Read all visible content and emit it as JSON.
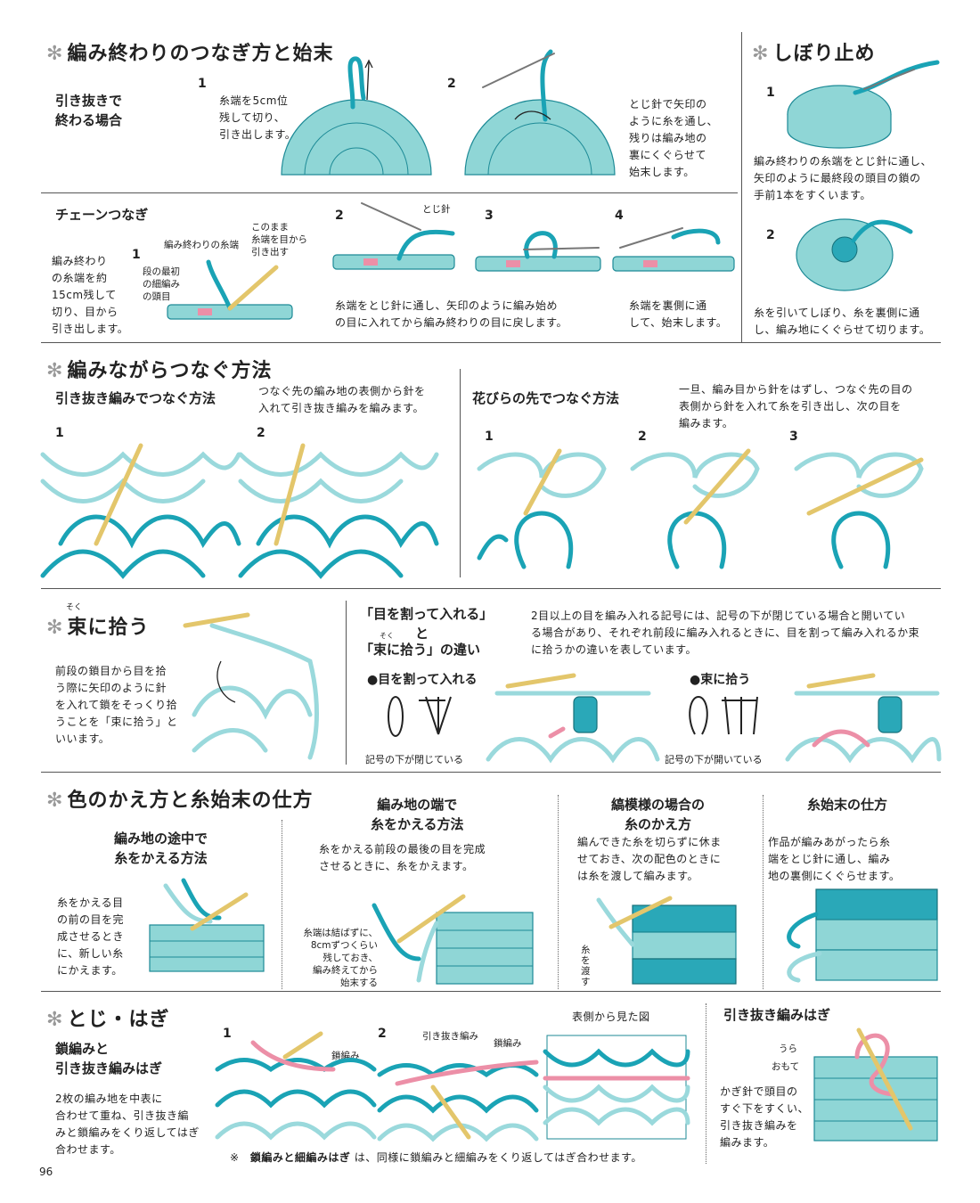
{
  "page_number": "96",
  "colors": {
    "teal": "#1aa3b5",
    "light_teal": "#9ad9dc",
    "pink": "#ec8fa7",
    "hook": "#e3c66b"
  },
  "sec1": {
    "title": "編み終わりのつなぎ方と始末",
    "sub": [
      "引き抜きで",
      "終わる場合"
    ],
    "step1_num": "1",
    "step1_text": [
      "糸端を5cm位",
      "残して切り、",
      "引き出します。"
    ],
    "step2_num": "2",
    "step2_text": [
      "とじ針で矢印の",
      "ように糸を通し、",
      "残りは編み地の",
      "裏にくぐらせて",
      "始末します。"
    ]
  },
  "sec2": {
    "title": "しぼり止め",
    "step1_num": "1",
    "step1_text": [
      "編み終わりの糸端をとじ針に通し、",
      "矢印のように最終段の頭目の鎖の",
      "手前1本をすくいます。"
    ],
    "step2_num": "2",
    "step2_text": [
      "糸を引いてしぼり、糸を裏側に通",
      "し、編み地にくぐらせて切ります。"
    ]
  },
  "sec3": {
    "title": "チェーンつなぎ",
    "intro": [
      "編み終わり",
      "の糸端を約",
      "15cm残して",
      "切り、目から",
      "引き出します。"
    ],
    "step1_num": "1",
    "lbl_end": "編み終わりの糸端",
    "lbl_keep": [
      "このまま",
      "糸端を目から",
      "引き出す"
    ],
    "lbl_first": [
      "段の最初",
      "の細編み",
      "の頭目"
    ],
    "step2_num": "2",
    "lbl_needle": "とじ針",
    "step3_num": "3",
    "step4_num": "4",
    "text23": [
      "糸端をとじ針に通し、矢印のように編み始め",
      "の目に入れてから編み終わりの目に戻します。"
    ],
    "text4": [
      "糸端を裏側に通",
      "して、始末します。"
    ]
  },
  "sec4": {
    "title": "編みながらつなぐ方法",
    "sub_a": "引き抜き編みでつなぐ方法",
    "text_a": [
      "つなぐ先の編み地の表側から針を",
      "入れて引き抜き編みを編みます。"
    ],
    "a1": "1",
    "a2": "2",
    "sub_b": "花びらの先でつなぐ方法",
    "text_b": [
      "一旦、編み目から針をはずし、つなぐ先の目の",
      "表側から針を入れて糸を引き出し、次の目を",
      "編みます。"
    ],
    "b1": "1",
    "b2": "2",
    "b3": "3"
  },
  "sec5": {
    "ruby": "そく",
    "title": "束に拾う",
    "text": [
      "前段の鎖目から目を拾",
      "う際に矢印のように針",
      "を入れて鎖をそっくり拾",
      "うことを「束に拾う」と",
      "いいます。"
    ],
    "cmp_title1": "「目を割って入れる」",
    "cmp_to": "と",
    "cmp_ruby": "そく",
    "cmp_title2": "「束に拾う」の違い",
    "cmp_text": [
      "2目以上の目を編み入れる記号には、記号の下が閉じている場合と開いてい",
      "る場合があり、それぞれ前段に編み入れるときに、目を割って編み入れるか束",
      "に拾うかの違いを表しています。"
    ],
    "split_label": "●目を割って入れる",
    "split_caption": "記号の下が閉じている",
    "bundle_label": "●束に拾う",
    "bundle_caption": "記号の下が開いている"
  },
  "sec6": {
    "title": "色のかえ方と糸始末の仕方",
    "c1_title": [
      "編み地の途中で",
      "糸をかえる方法"
    ],
    "c1_text": [
      "糸をかえる目",
      "の前の目を完",
      "成させるとき",
      "に、新しい糸",
      "にかえます。"
    ],
    "c2_title": [
      "編み地の端で",
      "糸をかえる方法"
    ],
    "c2_text": [
      "糸をかえる前段の最後の目を完成",
      "させるときに、糸をかえます。"
    ],
    "c2_note": [
      "糸端は結ばずに、",
      "8cmずつくらい",
      "残しておき、",
      "編み終えてから",
      "始末する"
    ],
    "c3_title": [
      "縞模様の場合の",
      "糸のかえ方"
    ],
    "c3_text": [
      "編んできた糸を切らずに休ま",
      "せておき、次の配色のときに",
      "は糸を渡して編みます。"
    ],
    "c3_note": "糸を渡す",
    "c4_title": "糸始末の仕方",
    "c4_text": [
      "作品が編みあがったら糸",
      "端をとじ針に通し、編み",
      "地の裏側にくぐらせます。"
    ]
  },
  "sec7": {
    "title": "とじ・はぎ",
    "sub": [
      "鎖編みと",
      "引き抜き編みはぎ"
    ],
    "text": [
      "2枚の編み地を中表に",
      "合わせて重ね、引き抜き編",
      "みと鎖編みをくり返してはぎ",
      "合わせます。"
    ],
    "s1": "1",
    "lbl_chain": "鎖編み",
    "s2": "2",
    "lbl_slip": "引き抜き編み",
    "lbl_chain2": "鎖編み",
    "front_view": "表側から見た図",
    "note_mark": "※",
    "note_bold": "鎖編みと細編みはぎ",
    "note_rest": "は、同様に鎖編みと細編みをくり返してはぎ合わせます。",
    "r_title": "引き抜き編みはぎ",
    "lbl_ura": "うら",
    "lbl_omote": "おもて",
    "r_text": [
      "かぎ針で頭目の",
      "すぐ下をすくい、",
      "引き抜き編みを",
      "編みます。"
    ]
  }
}
